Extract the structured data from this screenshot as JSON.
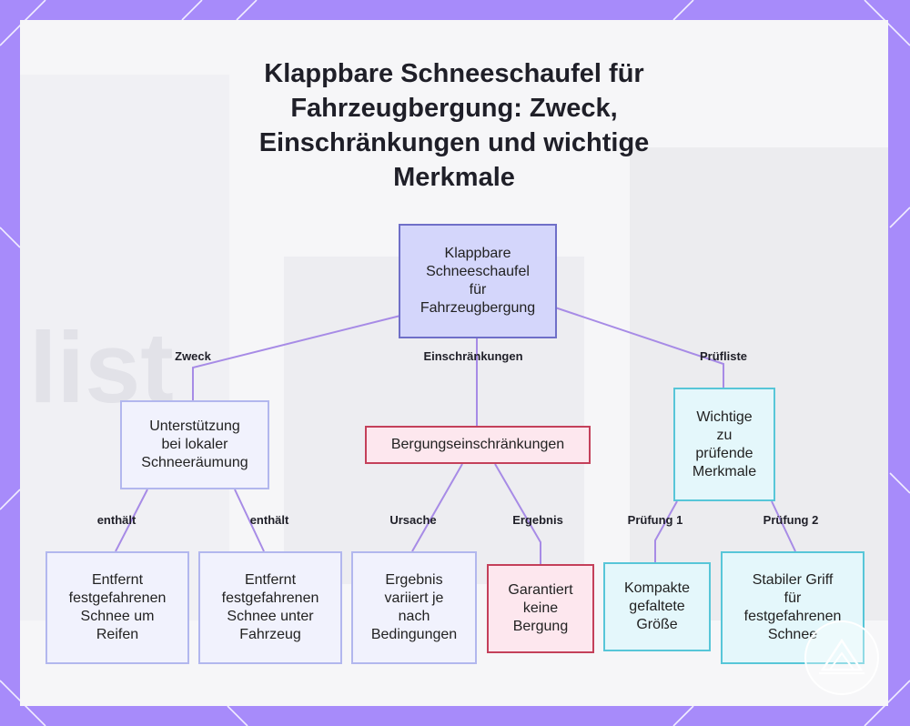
{
  "title": "Klappbare Schneeschaufel für Fahrzeugbergung: Zweck, Einschränkungen und wichtige Merkmale",
  "colors": {
    "frame": "#a78bfa",
    "edge": "#a78be6",
    "root_fill": "#d4d6fb",
    "red_border": "#c4405a",
    "cyan_border": "#57c6d8"
  },
  "nodes": {
    "root": "Klappbare\nSchneeschaufel\nfür\nFahrzeugbergung",
    "purpose": "Unterstützung\nbei lokaler\nSchneeräumung",
    "limits": "Bergungseinschränkungen",
    "checklist": "Wichtige\nzu\nprüfende\nMerkmale",
    "tires": "Entfernt\nfestgefahrenen\nSchnee um\nReifen",
    "under": "Entfernt\nfestgefahrenen\nSchnee unter\nFahrzeug",
    "varies": "Ergebnis\nvariiert je\nnach\nBedingungen",
    "noguarantee": "Garantiert\nkeine\nBergung",
    "compact": "Kompakte\ngefaltete\nGröße",
    "grip": "Stabiler Griff\nfür\nfestgefahrenen\nSchnee"
  },
  "edge_labels": {
    "zweck": "Zweck",
    "einschraenkungen": "Einschränkungen",
    "pruefliste": "Prüfliste",
    "enthaelt_1": "enthält",
    "enthaelt_2": "enthält",
    "ursache": "Ursache",
    "ergebnis": "Ergebnis",
    "pruefung_1": "Prüfung 1",
    "pruefung_2": "Prüfung 2"
  }
}
